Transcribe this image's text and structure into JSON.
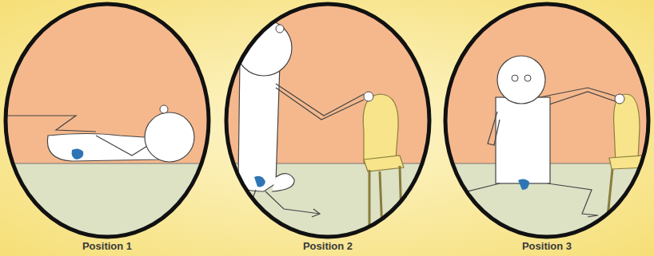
{
  "diagram": {
    "labels": [
      "Position 1",
      "Position 2",
      "Position 3"
    ]
  }
}
